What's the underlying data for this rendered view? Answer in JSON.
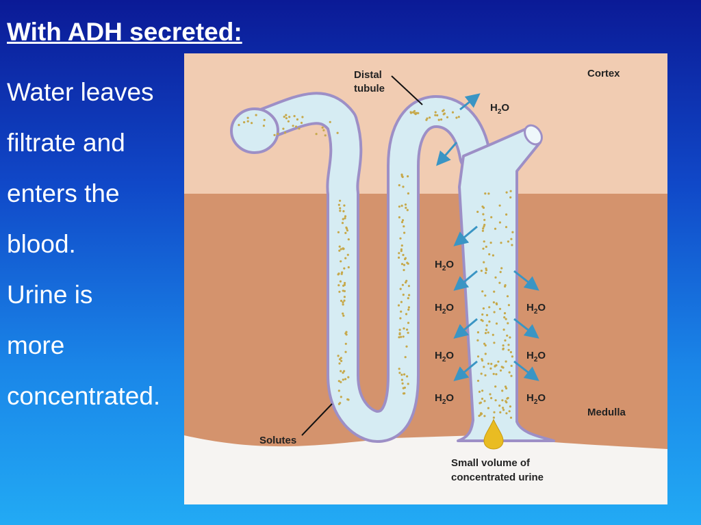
{
  "slide": {
    "title": "With ADH secreted:",
    "body_lines": [
      "Water leaves",
      "filtrate and",
      "enters the",
      "blood.",
      "Urine is",
      "more",
      "concentrated."
    ]
  },
  "diagram": {
    "labels": {
      "distal_tubule": [
        "Distal",
        "tubule"
      ],
      "cortex": "Cortex",
      "medulla": "Medulla",
      "solutes": "Solutes",
      "urine": [
        "Small volume of",
        "concentrated urine"
      ],
      "water": "H2O"
    },
    "colors": {
      "cortex": "#f1ccb2",
      "medulla": "#d4936d",
      "tubule_fill": "#d6ecf3",
      "tubule_wall": "#9d8fc6",
      "arrow": "#3a95c4",
      "solute_dots": "#c6a84a",
      "urine_drop": "#e9bc22"
    }
  }
}
